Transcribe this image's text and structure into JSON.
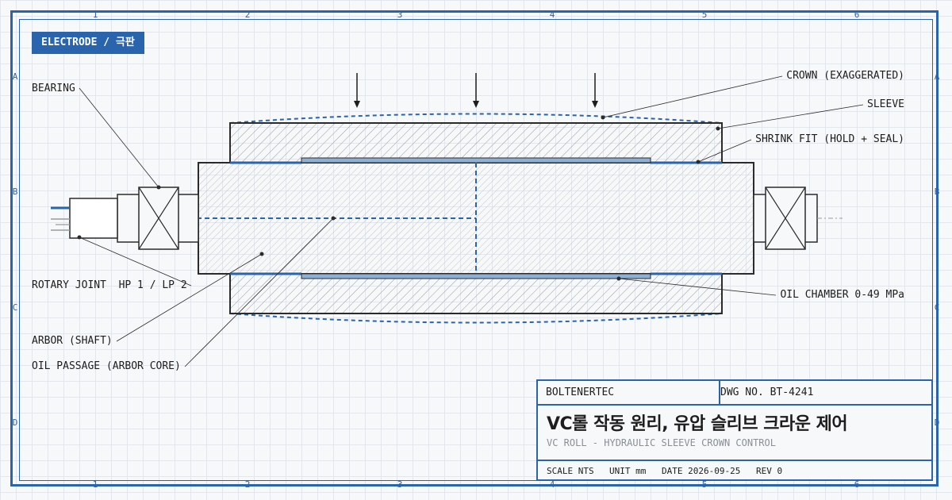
{
  "badge": "ELECTRODE / 극판",
  "zones": {
    "columns": [
      "1",
      "2",
      "3",
      "4",
      "5",
      "6"
    ],
    "rows": [
      "A",
      "B",
      "C",
      "D"
    ]
  },
  "callouts": {
    "bearing": "BEARING",
    "crown": "CROWN (EXAGGERATED)",
    "sleeve": "SLEEVE",
    "shrink_fit": "SHRINK FIT (HOLD + SEAL)",
    "rotary_joint": "ROTARY JOINT  HP 1 / LP 2",
    "oil_chamber": "OIL CHAMBER 0-49 MPa",
    "arbor": "ARBOR (SHAFT)",
    "oil_passage": "OIL PASSAGE (ARBOR CORE)"
  },
  "title_block": {
    "company": "BOLTENERTEC",
    "dwg_no": "DWG NO. BT-4241",
    "title": "VC롤 작동 원리, 유압 슬리브 크라운 제어",
    "subtitle": "VC ROLL - HYDRAULIC SLEEVE CROWN CONTROL",
    "scale": "SCALE NTS",
    "unit": "UNIT mm",
    "date": "DATE 2026-09-25",
    "rev": "REV 0"
  },
  "colors": {
    "accent": "#2a64ad",
    "line": "#2b2b2b",
    "grid": "#e3e7ec",
    "background": "#f7f8f9",
    "oil_chamber_fill": "#8fb0d6"
  }
}
